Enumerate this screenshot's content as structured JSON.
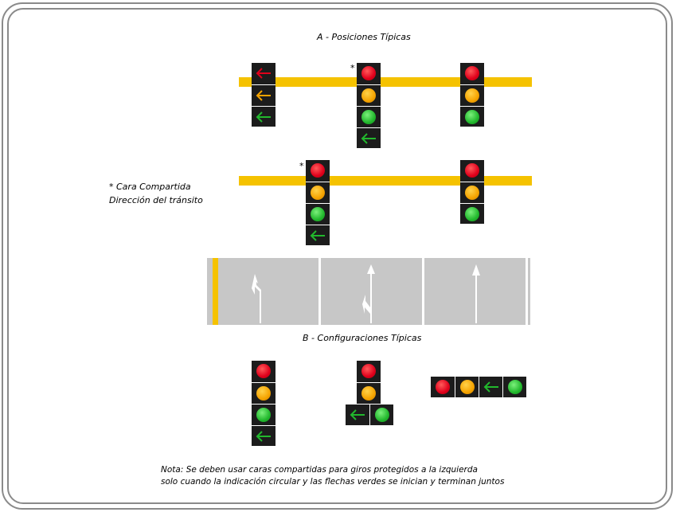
{
  "section_a_title": "A - Posiciones Típicas",
  "section_b_title": "B - Configuraciones Típicas",
  "shared_face_marker": "*",
  "side_note": {
    "line1": "* Cara Compartida",
    "line2": "Dirección del tránsito"
  },
  "footer_note": {
    "line1": "Nota: Se deben usar caras compartidas para giros protegidos a la izquierda",
    "line2": "solo cuando la indicación circular y las flechas verdes se inician y terminan juntos"
  },
  "colors": {
    "mast_arm": "#f5c200",
    "signal_housing": "#1c1c1c",
    "red": "#e0001b",
    "yellow": "#f5a300",
    "green": "#22b82d",
    "pavement": "#c7c7c7",
    "border": "#8a8a8a"
  },
  "icons": [
    "left-arrow-icon",
    "through-arrow-icon",
    "left-turn-arrow-icon",
    "through-left-arrow-icon"
  ]
}
